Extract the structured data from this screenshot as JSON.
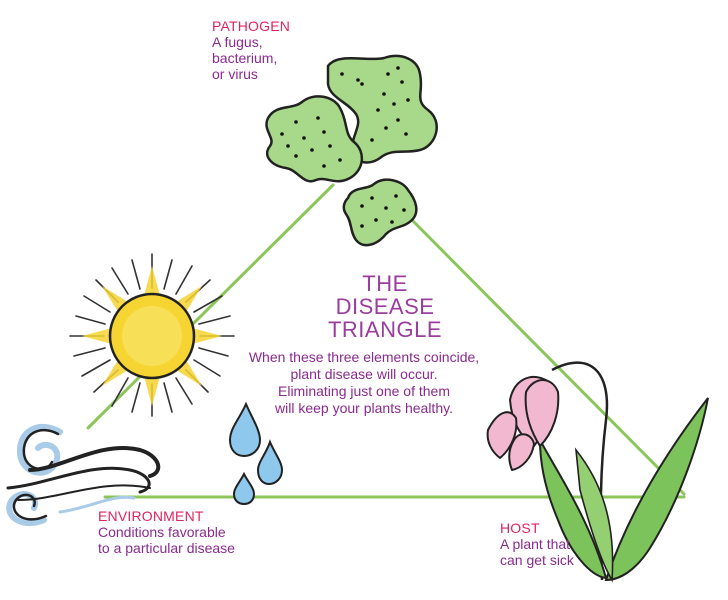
{
  "title": [
    "THE",
    "DISEASE",
    "TRIANGLE"
  ],
  "caption": [
    "When these three elements coincide,",
    "plant disease will occur.",
    "Eliminating just one of them",
    "will keep your plants healthy."
  ],
  "pathogen": {
    "heading": "PATHOGEN",
    "lines": [
      "A fugus,",
      "bacterium,",
      "or virus"
    ]
  },
  "environment": {
    "heading": "ENVIRONMENT",
    "lines": [
      "Conditions favorable",
      "to a particular disease"
    ]
  },
  "host": {
    "heading": "HOST",
    "lines": [
      "A plant that",
      "can get sick"
    ]
  },
  "colors": {
    "heading": "#e0245e",
    "text": "#8b2a8f",
    "title": "#9b3d9e",
    "triangle": "#8cc65a",
    "blob_fill": "#a8d88a",
    "sun": "#f6d431",
    "water": "#8ec8ec",
    "flower": "#f2b8cf",
    "leaf": "#7cc35c"
  }
}
